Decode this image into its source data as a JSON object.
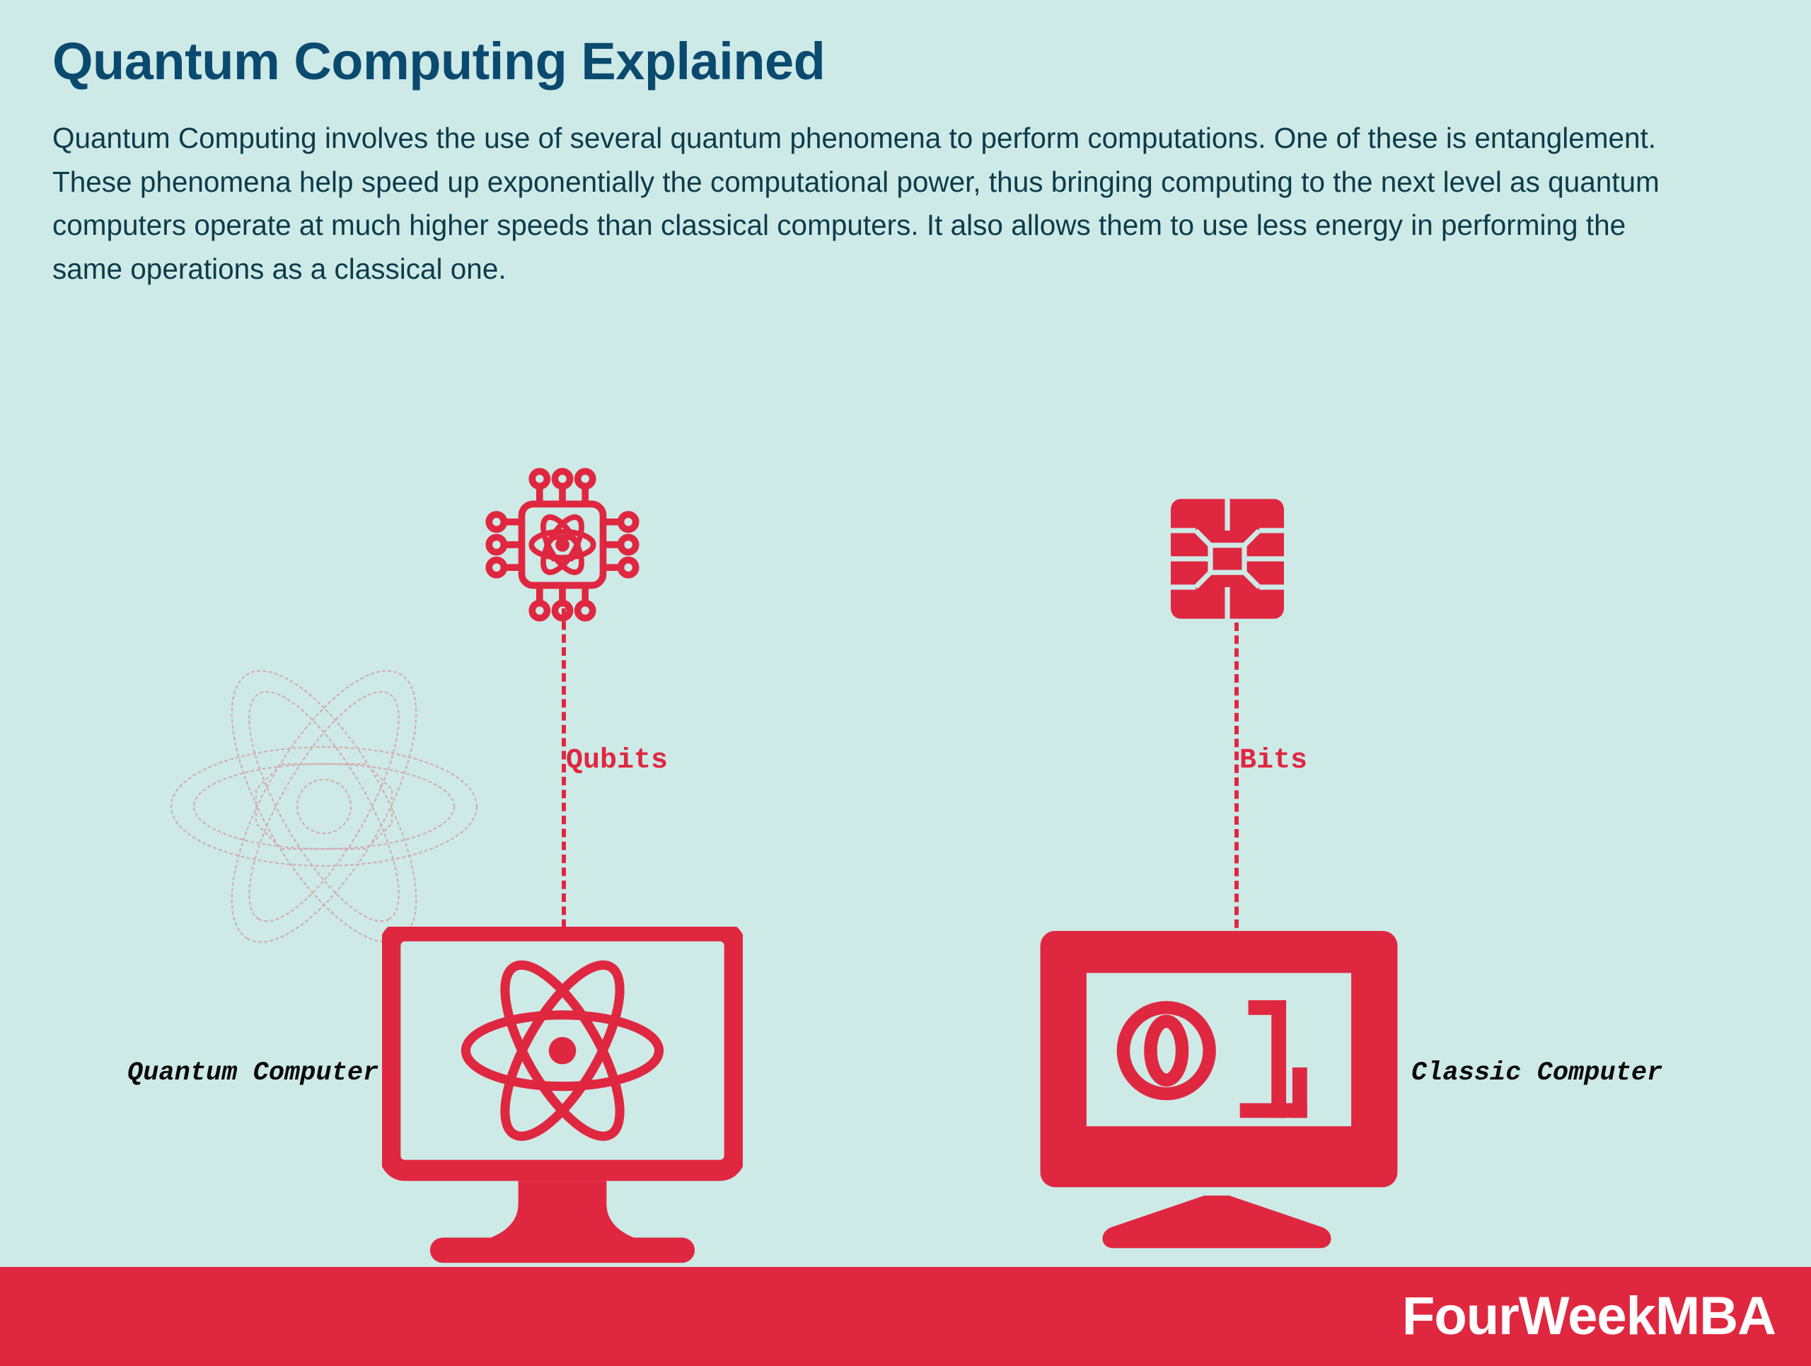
{
  "page": {
    "title": "Quantum Computing Explained",
    "intro": "Quantum Computing involves the use of several quantum phenomena to perform computations. One of these is entanglement. These phenomena help speed up exponentially the computational power, thus bringing computing to the next level as quantum computers operate at much higher speeds than classical computers. It also allows them to use less energy in performing the same operations as a classical one."
  },
  "colors": {
    "background": "#cdeae7",
    "accent_red": "#e02740",
    "title_blue": "#0b4a6f",
    "body_text": "#0d3b4a",
    "caption_black": "#0a0a0a",
    "brand_white": "#ffffff"
  },
  "diagram": {
    "left_branch": {
      "icon_name": "quantum-processor-chip-icon",
      "connector_label": "Qubits",
      "caption": "Quantum Computer",
      "screen_content": "atom-symbol"
    },
    "right_branch": {
      "icon_name": "sim-card-chip-icon",
      "connector_label": "Bits",
      "caption": "Classic Computer",
      "screen_content": "01"
    },
    "watermark": "atom-outline-watermark"
  },
  "screen_digits": {
    "zero": "0",
    "one": "1"
  },
  "footer": {
    "brand": "FourWeekMBA"
  }
}
